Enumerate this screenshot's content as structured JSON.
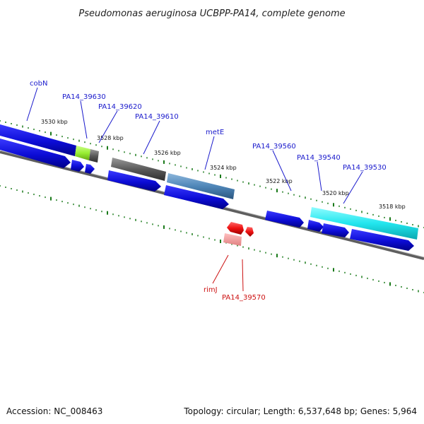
{
  "title": "Pseudomonas aeruginosa UCBPP-PA14, complete genome",
  "footer": {
    "accession": "Accession: NC_008463",
    "summary": "Topology: circular; Length: 6,537,648 bp; Genes: 5,964"
  },
  "positions_kbp": [
    "3530 kbp",
    "3528 kbp",
    "3526 kbp",
    "3524 kbp",
    "3522 kbp",
    "3520 kbp",
    "3518 kbp"
  ],
  "genes": {
    "cobN": "cobN",
    "pa39630": "PA14_39630",
    "pa39620": "PA14_39620",
    "pa39610": "PA14_39610",
    "metE": "metE",
    "pa39560": "PA14_39560",
    "pa39540": "PA14_39540",
    "pa39530": "PA14_39530",
    "rimJ": "rimJ",
    "pa39570": "PA14_39570"
  },
  "colors": {
    "label_forward": "#1a1acc",
    "label_reverse": "#cc1111",
    "gene_blue": "#1010dd",
    "highlight_cyan": "#22e6ee",
    "highlight_green": "#99ee33",
    "highlight_gray": "#666666",
    "highlight_steel": "#4f86b8",
    "reverse_red": "#ee1111",
    "tick_green": "#1a7a1a",
    "backbone": "#7a7a7a"
  }
}
